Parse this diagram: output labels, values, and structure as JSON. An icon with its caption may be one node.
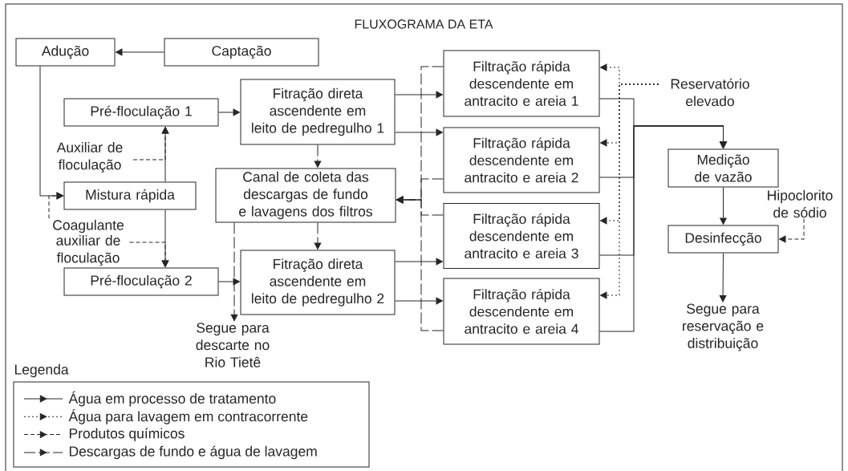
{
  "diagram": {
    "title": "FLUXOGRAMA DA ETA",
    "nodes": [
      {
        "text": [
          "Adução"
        ]
      },
      {
        "text": [
          "Captação"
        ]
      },
      {
        "text": [
          "Pré-floculação 1"
        ]
      },
      {
        "text": [
          "Fitração direta ascendente em leito de pedregulho 1"
        ]
      },
      {
        "text": [
          "Auxiliar de floculação"
        ]
      },
      {
        "text": [
          "Mistura rápida"
        ]
      },
      {
        "text": [
          "Canal de coleta das descargas de fundo e lavagens dos filtros"
        ]
      },
      {
        "text": [
          "Coagulante"
        ]
      },
      {
        "text": [
          "auxiliar de floculação"
        ]
      },
      {
        "text": [
          "Pré-floculação 2"
        ]
      },
      {
        "text": [
          "Fitração direta ascendente em leito de pedregulho 2"
        ]
      },
      {
        "text": [
          "Segue para descarte no Rio Tietê"
        ]
      },
      {
        "text": [
          "Filtração rápida descendente em antracito e areia 1"
        ]
      },
      {
        "text": [
          "Filtração rápida descendente em antracito e areia 2"
        ]
      },
      {
        "text": [
          "Filtração rápida descendente em antracito e areia 3"
        ]
      },
      {
        "text": [
          "Filtração rápida descendente em antracito e areia 4"
        ]
      },
      {
        "text": [
          "Reservatório elevado"
        ]
      },
      {
        "text": [
          "Medição de vazão"
        ]
      },
      {
        "text": [
          "Hipoclorito de sódio"
        ]
      },
      {
        "text": [
          "Desinfecção"
        ]
      },
      {
        "text": [
          "Segue para reservação e distribuição"
        ]
      }
    ],
    "edges": [
      {
        "from": 1,
        "to": 0,
        "arrow": "to"
      },
      {
        "from": 0,
        "to": 5,
        "arrow": "to"
      },
      {
        "from": 7,
        "to": 5,
        "arrow": "to",
        "style": "dashed"
      },
      {
        "from": 5,
        "to": 2,
        "arrow": "to"
      },
      {
        "from": 5,
        "to": 9,
        "arrow": "to"
      },
      {
        "from": 4,
        "to": 2,
        "arrow": "to",
        "style": "dashed"
      },
      {
        "from": 8,
        "to": 9,
        "arrow": "to",
        "style": "dashed"
      },
      {
        "from": 2,
        "to": 3,
        "arrow": "to"
      },
      {
        "from": 9,
        "to": 10,
        "arrow": "to"
      },
      {
        "from": 3,
        "to": 6,
        "arrow": "to",
        "style": "dashed"
      },
      {
        "from": 6,
        "to": 10,
        "arrow": "to",
        "style": "dashed"
      },
      {
        "from": 6,
        "to": 11,
        "arrow": "to",
        "style": "dashed"
      },
      {
        "from": 3,
        "to": 12,
        "arrow": "to"
      },
      {
        "from": 3,
        "to": 13,
        "arrow": "to"
      },
      {
        "from": 10,
        "to": 14,
        "arrow": "to"
      },
      {
        "from": 10,
        "to": 15,
        "arrow": "to"
      },
      {
        "from": 12,
        "to": 6,
        "arrow": "to",
        "style": "dashed"
      },
      {
        "from": 13,
        "to": 6,
        "arrow": "to",
        "style": "dashed"
      },
      {
        "from": 14,
        "to": 6,
        "arrow": "to",
        "style": "dashed"
      },
      {
        "from": 15,
        "to": 6,
        "arrow": "to",
        "style": "dashed"
      },
      {
        "from": 16,
        "to": 12,
        "arrow": "to",
        "style": "dashed"
      },
      {
        "from": 16,
        "to": 13,
        "arrow": "to",
        "style": "dashed"
      },
      {
        "from": 16,
        "to": 14,
        "arrow": "to",
        "style": "dashed"
      },
      {
        "from": 16,
        "to": 15,
        "arrow": "to",
        "style": "dashed"
      },
      {
        "from": 12,
        "to": 17,
        "arrow": "to"
      },
      {
        "from": 13,
        "to": 17,
        "arrow": "to"
      },
      {
        "from": 14,
        "to": 17,
        "arrow": "to"
      },
      {
        "from": 15,
        "to": 17,
        "arrow": "to"
      },
      {
        "from": 17,
        "to": 19,
        "arrow": "to"
      },
      {
        "from": 18,
        "to": 19,
        "arrow": "to",
        "style": "dashed"
      },
      {
        "from": 19,
        "to": 20,
        "arrow": "to"
      }
    ],
    "labels": [
      "Legenda"
    ],
    "legend": [
      {
        "text": "Água em processo de tratamento"
      },
      {
        "text": "Água para lavagem em contracorrente"
      },
      {
        "text": "Produtos químicos"
      },
      {
        "text": "Descargas de fundo e água de lavagem"
      }
    ]
  }
}
